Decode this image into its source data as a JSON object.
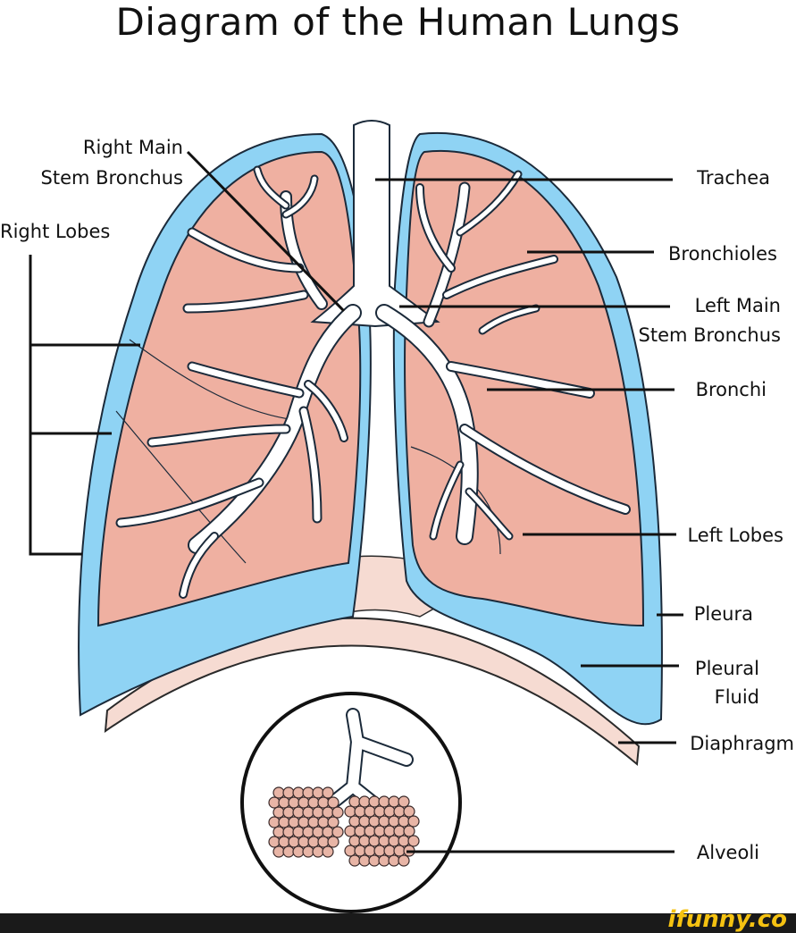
{
  "title": "Diagram of the Human Lungs",
  "labels": {
    "right_main_1": "Right Main",
    "right_main_2": "Stem Bronchus",
    "right_lobes": "Right Lobes",
    "trachea": "Trachea",
    "bronchioles": "Bronchioles",
    "left_main_1": "Left Main",
    "left_main_2": "Stem Bronchus",
    "bronchi": "Bronchi",
    "left_lobes": "Left Lobes",
    "pleura": "Pleura",
    "pleural_fluid_1": "Pleural",
    "pleural_fluid_2": "Fluid",
    "diaphragm": "Diaphragm",
    "alveoli": "Alveoli"
  },
  "watermark": "ifunny.co",
  "colors": {
    "pleura_fluid": "#8fd3f4",
    "lung_tissue": "#efb0a1",
    "diaphragm": "#f6dbd2",
    "airway": "#ffffff",
    "outline": "#1b2a3a"
  }
}
